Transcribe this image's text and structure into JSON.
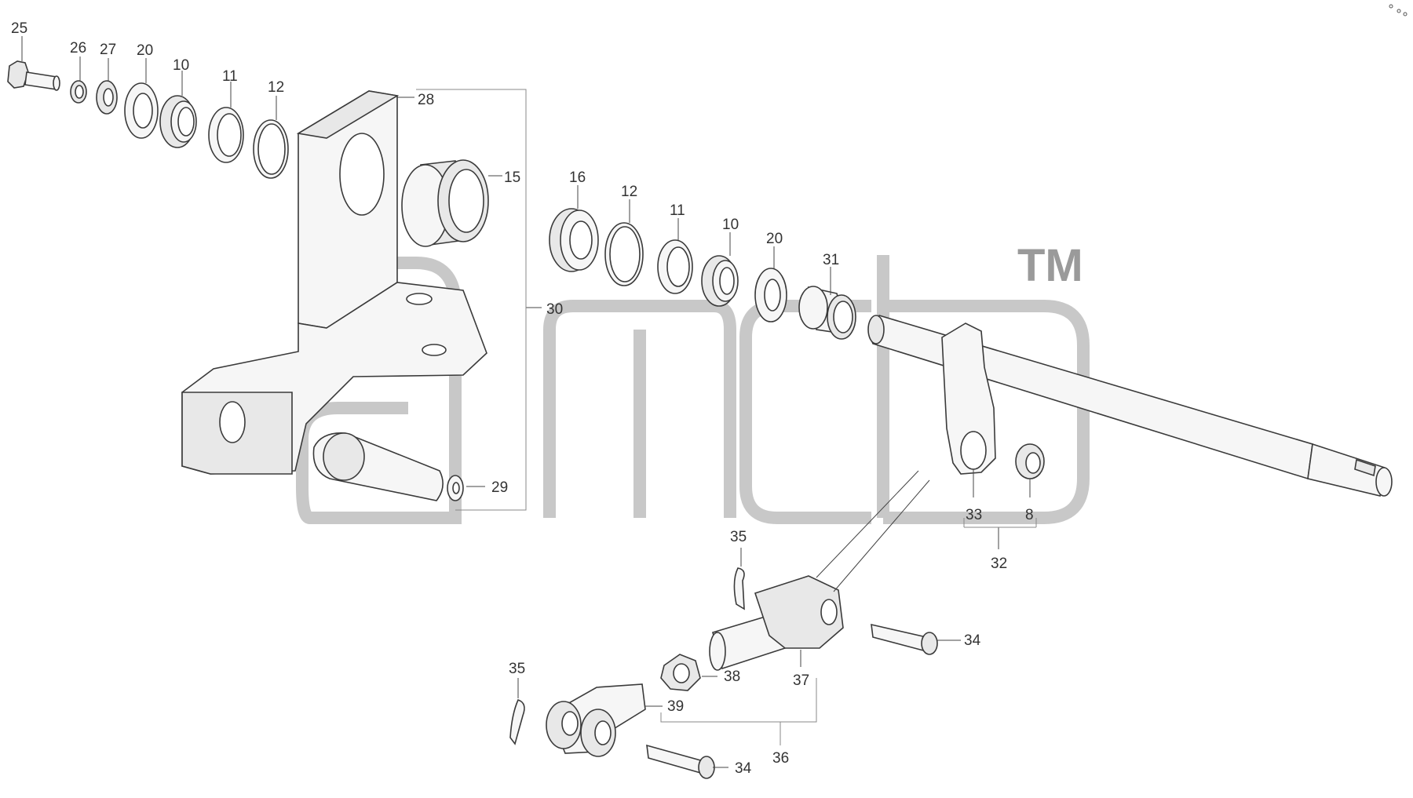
{
  "watermark": {
    "tm": "TM"
  },
  "callouts": [
    {
      "key": "c25a",
      "text": "25"
    },
    {
      "key": "c26",
      "text": "26"
    },
    {
      "key": "c27",
      "text": "27"
    },
    {
      "key": "c20a",
      "text": "20"
    },
    {
      "key": "c10a",
      "text": "10"
    },
    {
      "key": "c11a",
      "text": "11"
    },
    {
      "key": "c12a",
      "text": "12"
    },
    {
      "key": "c28",
      "text": "28"
    },
    {
      "key": "c15",
      "text": "15"
    },
    {
      "key": "c16",
      "text": "16"
    },
    {
      "key": "c12b",
      "text": "12"
    },
    {
      "key": "c11b",
      "text": "11"
    },
    {
      "key": "c10b",
      "text": "10"
    },
    {
      "key": "c20b",
      "text": "20"
    },
    {
      "key": "c31",
      "text": "31"
    },
    {
      "key": "c30",
      "text": "30"
    },
    {
      "key": "c29",
      "text": "29"
    },
    {
      "key": "c33",
      "text": "33"
    },
    {
      "key": "c8",
      "text": "8"
    },
    {
      "key": "c32",
      "text": "32"
    },
    {
      "key": "c35a",
      "text": "35"
    },
    {
      "key": "c34a",
      "text": "34"
    },
    {
      "key": "c37",
      "text": "37"
    },
    {
      "key": "c38",
      "text": "38"
    },
    {
      "key": "c35b",
      "text": "35"
    },
    {
      "key": "c39",
      "text": "39"
    },
    {
      "key": "c36",
      "text": "36"
    },
    {
      "key": "c34b",
      "text": "34"
    }
  ]
}
